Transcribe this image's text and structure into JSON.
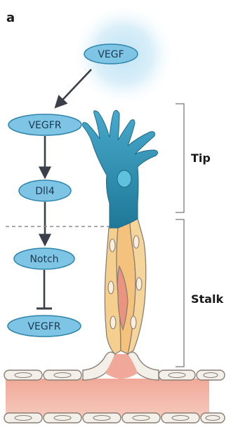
{
  "panel_label": "a",
  "signaling": {
    "ligand": "VEGF",
    "receptor_top": "VEGFR",
    "dll4": "Dll4",
    "notch": "Notch",
    "receptor_bottom": "VEGFR"
  },
  "regions": {
    "tip": "Tip",
    "stalk": "Stalk"
  },
  "colors": {
    "oval_fill": "#7ec4e4",
    "oval_stroke": "#2f84ac",
    "tip_cell": "#2e93b4",
    "stalk_cell": "#f5cf8d",
    "vessel": "#f1b4a5",
    "vegf_glow": "#bfe3f4",
    "arrow": "#3a3f4a"
  }
}
